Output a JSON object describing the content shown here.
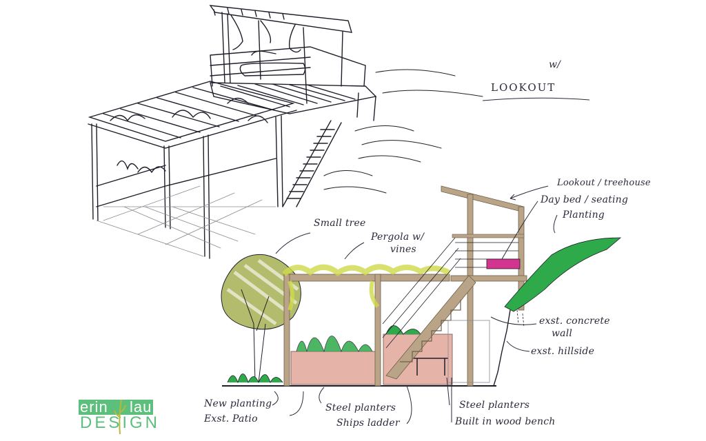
{
  "drawing": {
    "title_annotation": {
      "prefix": "w/",
      "label": "LOOKOUT"
    },
    "perspective_view": {
      "description": "Pergola and elevated lookout deck perspective sketch"
    },
    "section_view": {
      "colors": {
        "timber": "#b9a487",
        "vines": "#cfd94a",
        "tree": "#9aa53b",
        "planting_green": "#2faa4a",
        "planter_fill": "#e6b3a8",
        "daybed": "#d2348f",
        "ink": "#1e1e2a"
      }
    },
    "annotations": [
      {
        "id": "lookout",
        "text": "Lookout / treehouse"
      },
      {
        "id": "daybed",
        "text": "Day bed / seating"
      },
      {
        "id": "planting",
        "text": "Planting"
      },
      {
        "id": "small-tree",
        "text": "Small tree"
      },
      {
        "id": "pergola-line1",
        "text": "Pergola w/"
      },
      {
        "id": "pergola-line2",
        "text": "vines"
      },
      {
        "id": "concrete-line1",
        "text": "exst. concrete"
      },
      {
        "id": "concrete-line2",
        "text": "wall"
      },
      {
        "id": "hillside",
        "text": "exst. hillside"
      },
      {
        "id": "new-planting",
        "text": "New planting"
      },
      {
        "id": "patio",
        "text": "Exst. Patio"
      },
      {
        "id": "steel-planters-1",
        "text": "Steel planters"
      },
      {
        "id": "ships-ladder",
        "text": "Ships ladder"
      },
      {
        "id": "steel-planters-2",
        "text": "Steel planters"
      },
      {
        "id": "bench",
        "text": "Built in wood bench"
      }
    ]
  },
  "logo": {
    "word1": "erin",
    "word2": "lau",
    "word3": "DESIGN",
    "brand_color": "#5cbf7c",
    "accent_color": "#b8b93a"
  }
}
